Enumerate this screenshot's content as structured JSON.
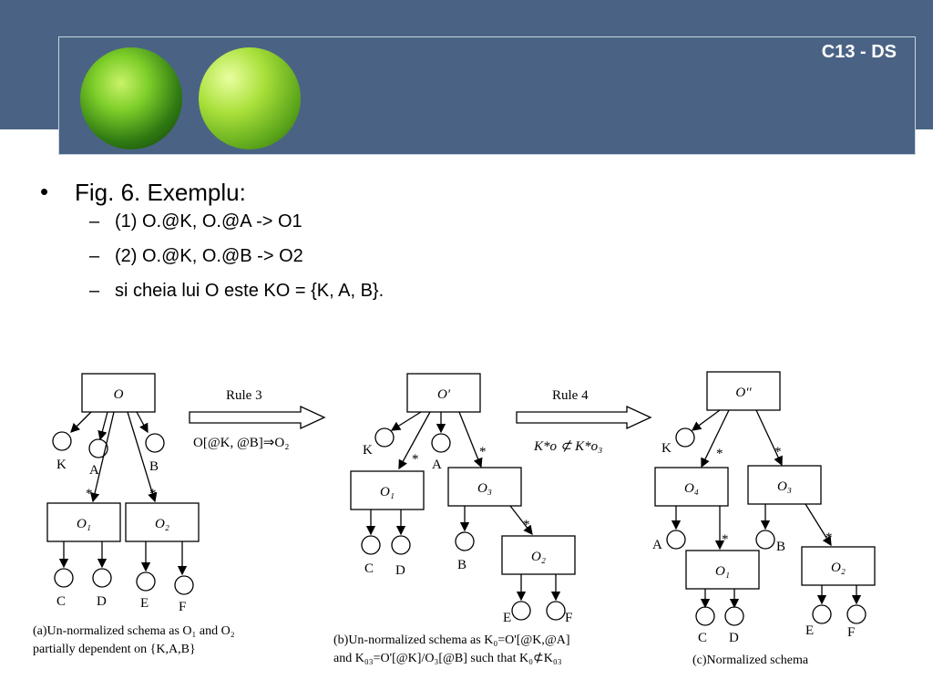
{
  "header": {
    "tag": "C13 - DS"
  },
  "bullets": {
    "main": "Fig. 6. Exemplu:",
    "subs": [
      "(1) O.@K, O.@A -> O1",
      "(2) O.@K, O.@B -> O2",
      "si cheia lui O este KO = {K, A, B}."
    ]
  },
  "figure": {
    "rule3": "Rule 3",
    "rule3_formula": "O[@K, @B]⇒O₂",
    "rule4": "Rule 4",
    "rule4_formula": "K*o ⊄ K*o₃",
    "a": {
      "nodes": [
        "O",
        "O₁",
        "O₂"
      ],
      "leaves": [
        "K",
        "A",
        "B",
        "C",
        "D",
        "E",
        "F"
      ],
      "caption1": "(a)Un-normalized schema as O₁ and O₂",
      "caption2": "partially dependent on {K,A,B}"
    },
    "b": {
      "nodes": [
        "O'",
        "O₁",
        "O₃",
        "O₂"
      ],
      "leaves": [
        "K",
        "A",
        "C",
        "D",
        "B",
        "E",
        "F"
      ],
      "caption1": "(b)Un-normalized schema as K₀=O'[@K,@A]",
      "caption2": "and K₀₃=O'[@K]/O₃[@B] such that K₀⊄K₀₃"
    },
    "c": {
      "nodes": [
        "O''",
        "O₄",
        "O₃",
        "O₁",
        "O₂"
      ],
      "leaves": [
        "K",
        "A",
        "B",
        "C",
        "D",
        "E",
        "F"
      ],
      "caption": "(c)Normalized schema"
    },
    "star": "*"
  }
}
